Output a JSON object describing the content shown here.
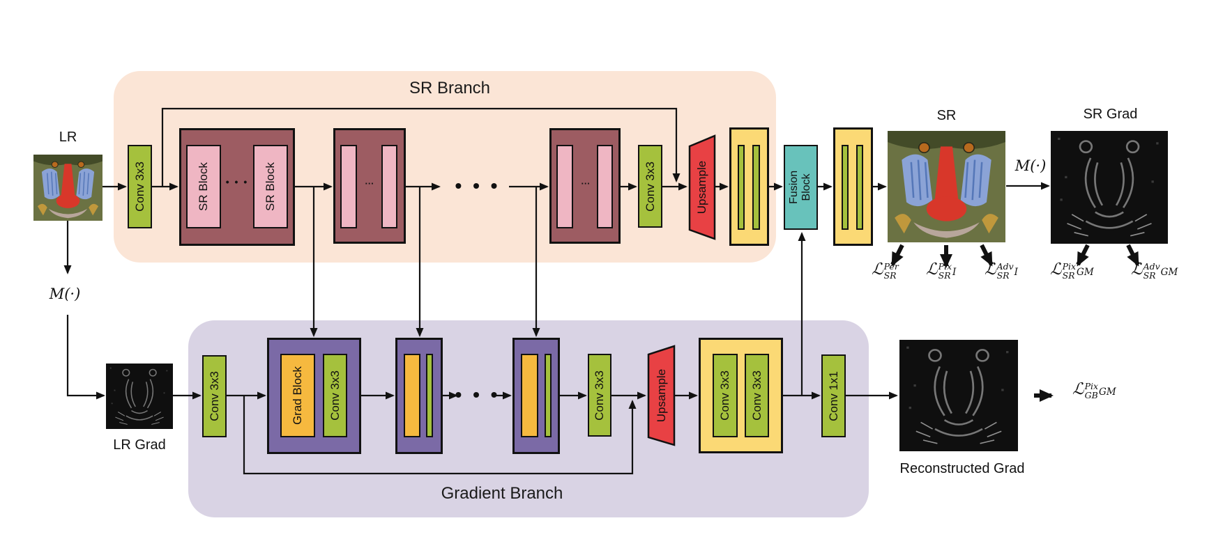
{
  "titles": {
    "sr_branch": "SR Branch",
    "gradient_branch": "Gradient Branch"
  },
  "captions": {
    "lr": "LR",
    "lr_grad": "LR Grad",
    "sr": "SR",
    "sr_grad": "SR Grad",
    "recon_grad": "Reconstructed  Grad"
  },
  "operators": {
    "m_top": "M(·)",
    "m_left": "M(·)"
  },
  "blocks": {
    "conv3x3": "Conv 3x3",
    "conv1x1": "Conv 1x1",
    "sr_block": "SR Block",
    "grad_block": "Grad Block",
    "upsample": "Upsample",
    "fusion": {
      "line1": "Fusion",
      "line2": "Block"
    }
  },
  "dots": {
    "line": "• • •",
    "block": "• • •",
    "mini": "···"
  },
  "losses": {
    "script": "ℒ",
    "sr": [
      {
        "sup": "Per",
        "sub": "SR",
        "tail": ""
      },
      {
        "sup": "Pix",
        "sub": "SR",
        "tail": "I"
      },
      {
        "sup": "Adv",
        "sub": "SR",
        "tail": "I"
      },
      {
        "sup": "Pix",
        "sub": "SR",
        "tail": "GM"
      },
      {
        "sup": "Adv",
        "sub": "SR",
        "tail": "GM"
      }
    ],
    "gb": {
      "sup": "Pix",
      "sub": "GB",
      "tail": "GM"
    }
  },
  "colors": {
    "peach": "#fbe5d6",
    "lavender": "#d9d3e4",
    "green": "#a5c13d",
    "maroon": "#9d5c62",
    "pink": "#efb6c3",
    "yellow_light": "#fbd975",
    "yellow_deep": "#f6b93f",
    "purple": "#7b6aa6",
    "red": "#e84144",
    "teal": "#68c2bb",
    "ink": "#111111"
  }
}
